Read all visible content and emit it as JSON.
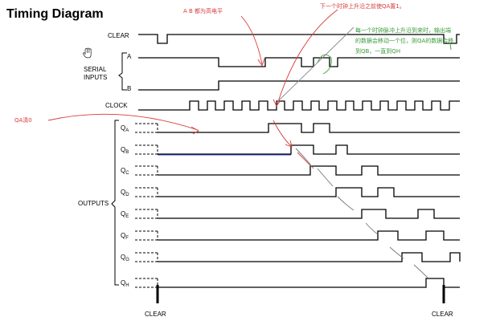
{
  "title": "Timing Diagram",
  "signals": {
    "clear": "CLEAR",
    "serial_group": [
      "SERIAL",
      "INPUTS"
    ],
    "a": "A",
    "b": "B",
    "clock": "CLOCK",
    "outputs_group": "OUTPUTS",
    "outputs": [
      {
        "q": "Q",
        "sub": "A"
      },
      {
        "q": "Q",
        "sub": "B"
      },
      {
        "q": "Q",
        "sub": "C"
      },
      {
        "q": "Q",
        "sub": "D"
      },
      {
        "q": "Q",
        "sub": "E"
      },
      {
        "q": "Q",
        "sub": "F"
      },
      {
        "q": "Q",
        "sub": "G"
      },
      {
        "q": "Q",
        "sub": "H"
      }
    ]
  },
  "bottom_labels": [
    "CLEAR",
    "CLEAR"
  ],
  "annotations": {
    "ab_high": "A B 都为高电平",
    "next_rising": "下一个时钟上升沿之前使QA置1。",
    "qa_clear": "QA清0",
    "shift_line1": "每一个时钟脉冲上升沿到来时，输出端",
    "shift_line2": "的数据会移动一个位，则QA的数据会移",
    "shift_line3": "到QB，一直到QH"
  },
  "colors": {
    "wave": "#000000",
    "red_annotation": "#d83a3a",
    "green_annotation": "#3a9a3a",
    "blue_annotation": "#2b3fc9"
  },
  "icons": [
    "hand-cursor-icon"
  ]
}
